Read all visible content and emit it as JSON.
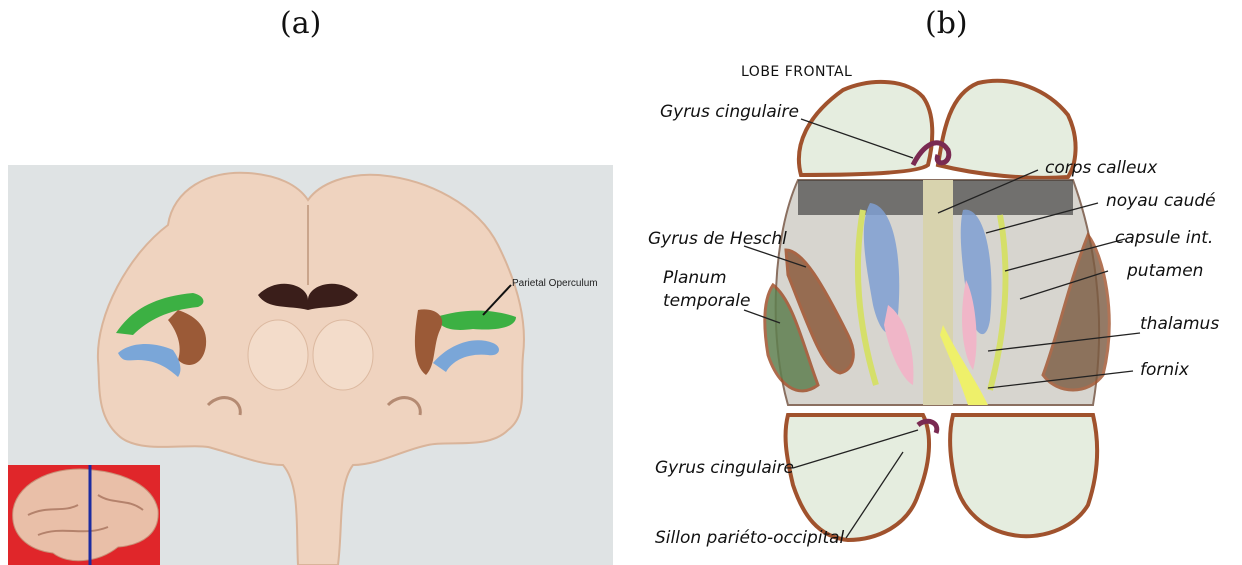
{
  "panels": {
    "a": {
      "label": "(a)",
      "annotation": "Parietal Operculum",
      "colors": {
        "background": "#dfe3e4",
        "tissue": "#efd3bf",
        "green": "#3cb043",
        "blue": "#7aa6d8",
        "brown": "#9b5a37",
        "inset_bg": "#e0262a",
        "inset_line": "#1b2ba0"
      }
    },
    "b": {
      "label": "(b)",
      "title": "LOBE FRONTAL",
      "labels": {
        "gyrus_cingulaire_top": "Gyrus cingulaire",
        "corps_calleux": "corps calleux",
        "noyau_caude": "noyau caudé",
        "gyrus_heschl": "Gyrus de Heschl",
        "capsule_int": "capsule int.",
        "planum": "Planum",
        "temporale": "temporale",
        "putamen": "putamen",
        "thalamus": "thalamus",
        "fornix": "fornix",
        "gyrus_cingulaire_bottom": "Gyrus cingulaire",
        "sillon": "Sillon pariéto-occipital"
      }
    }
  }
}
